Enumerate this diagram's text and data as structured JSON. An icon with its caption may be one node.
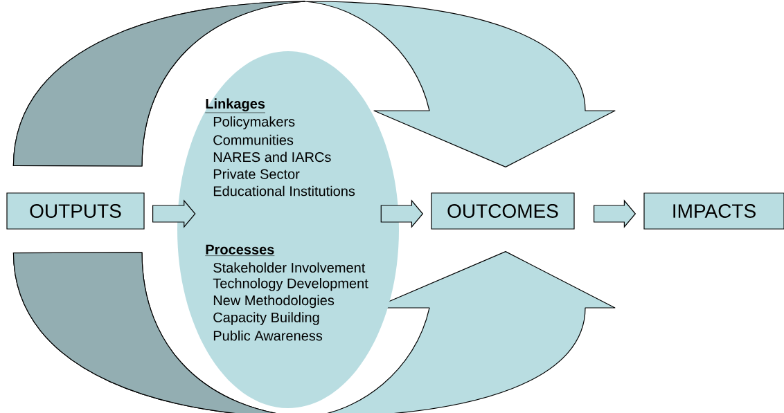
{
  "diagram": {
    "nodes": [
      {
        "text": [
          "OUTPUTS"
        ]
      },
      {
        "text": [
          "Linkages",
          "Policymakers",
          "Communities",
          "NARES and IARCs",
          "Private Sector",
          "Educational Institutions",
          "Processes",
          "Stakeholder Involvement",
          "Technology Development",
          "New Methodologies",
          "Capacity Building",
          "Public Awareness"
        ]
      },
      {
        "text": [
          "OUTCOMES"
        ]
      },
      {
        "text": [
          "IMPACTS"
        ]
      }
    ],
    "edges": [
      {
        "from": 0,
        "to": 1,
        "arrow": "to"
      },
      {
        "from": 1,
        "to": 2,
        "arrow": "to"
      },
      {
        "from": 2,
        "to": 3,
        "arrow": "to"
      },
      {
        "from": 0,
        "to": 2,
        "arrow": "to"
      },
      {
        "from": 0,
        "to": 2,
        "arrow": "to"
      }
    ]
  }
}
